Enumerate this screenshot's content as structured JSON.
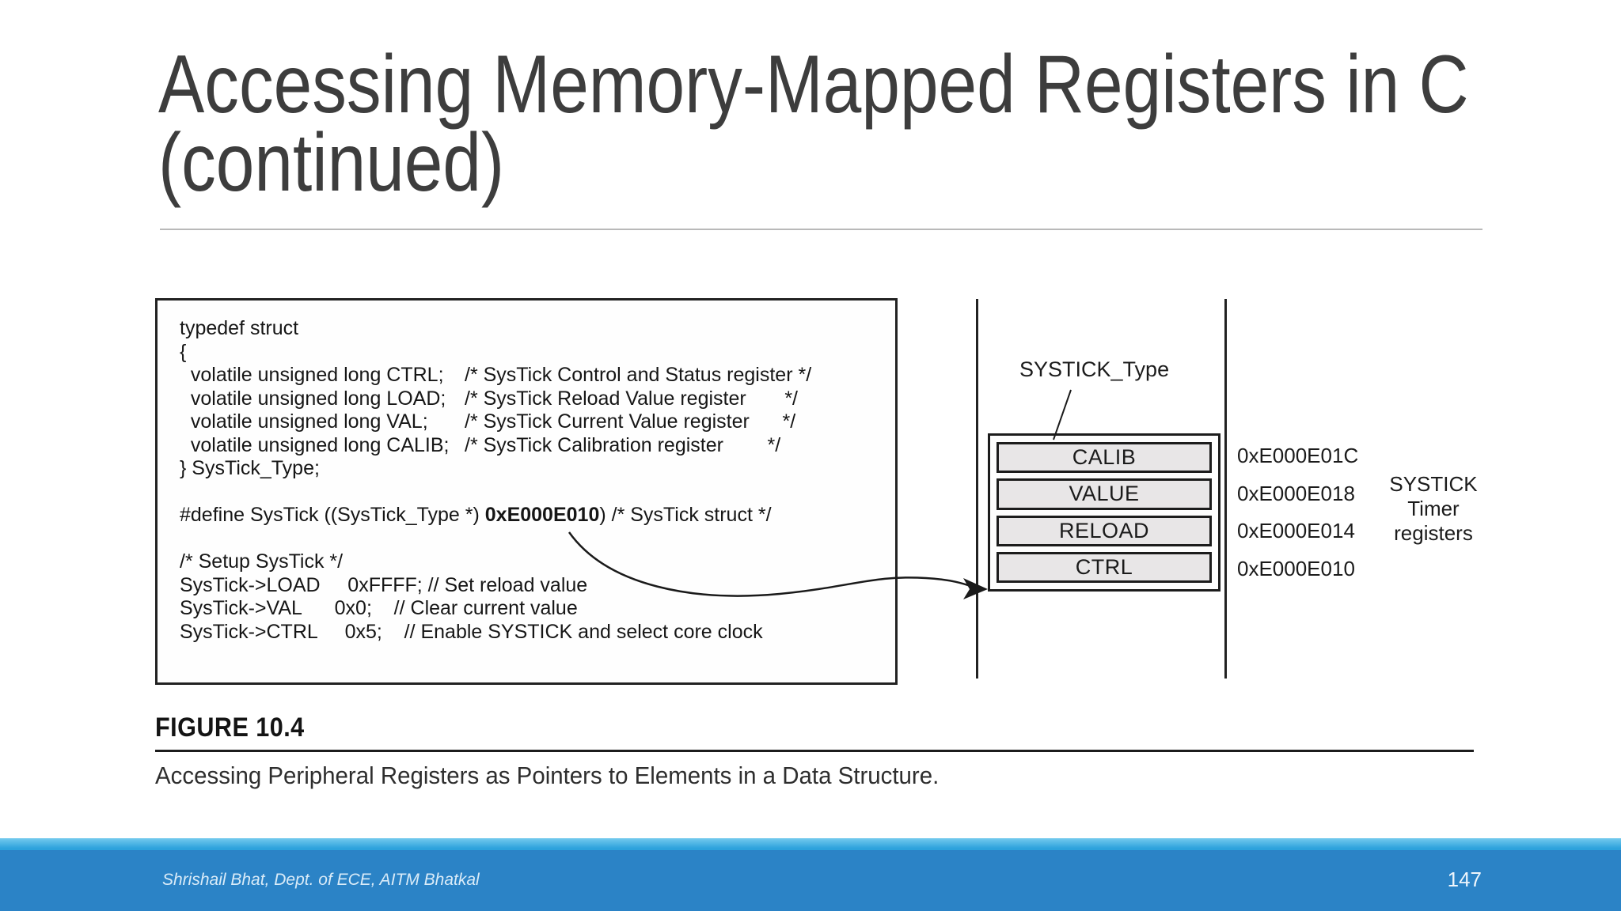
{
  "slide": {
    "title_lines": [
      "Accessing Memory-Mapped Registers in C",
      "(continued)"
    ],
    "footer": {
      "credit": "Shrishail Bhat, Dept. of ECE, AITM Bhatkal",
      "page_number": "147"
    },
    "colors": {
      "title_text": "#3d3d3d",
      "footer_band": "#2b83c6",
      "footer_strip": "#2da2dc",
      "register_fill": "#e8e6e7"
    }
  },
  "figure": {
    "code_lines": [
      {
        "t": "typedef struct"
      },
      {
        "t": "{"
      },
      {
        "t": "  volatile unsigned long CTRL;",
        "c": "/* SysTick Control and Status register */"
      },
      {
        "t": "  volatile unsigned long LOAD;",
        "c": "/* SysTick Reload Value register       */"
      },
      {
        "t": "  volatile unsigned long VAL;",
        "c": "/* SysTick Current Value register      */"
      },
      {
        "t": "  volatile unsigned long CALIB;",
        "c": "/* SysTick Calibration register        */"
      },
      {
        "t": "} SysTick_Type;"
      },
      {
        "t": ""
      },
      {
        "t": "#define SysTick ((SysTick_Type *) ",
        "b": "0xE000E010",
        "t2": ") /* SysTick struct */"
      },
      {
        "t": ""
      },
      {
        "t": "/* Setup SysTick */"
      },
      {
        "t": "SysTick->LOAD     0xFFFF; // Set reload value"
      },
      {
        "t": "SysTick->VAL      0x0;    // Clear current value"
      },
      {
        "t": "SysTick->CTRL     0x5;    // Enable SYSTICK and select core clock"
      }
    ],
    "diagram": {
      "struct_label": "SYSTICK_Type",
      "registers": [
        {
          "name": "CALIB",
          "address": "0xE000E01C"
        },
        {
          "name": "VALUE",
          "address": "0xE000E018"
        },
        {
          "name": "RELOAD",
          "address": "0xE000E014"
        },
        {
          "name": "CTRL",
          "address": "0xE000E010"
        }
      ],
      "side_label_lines": [
        "SYSTICK",
        "Timer",
        "registers"
      ]
    },
    "caption": {
      "figure_number": "FIGURE 10.4",
      "caption_text": "Accessing Peripheral Registers as Pointers to Elements in a Data Structure."
    }
  }
}
